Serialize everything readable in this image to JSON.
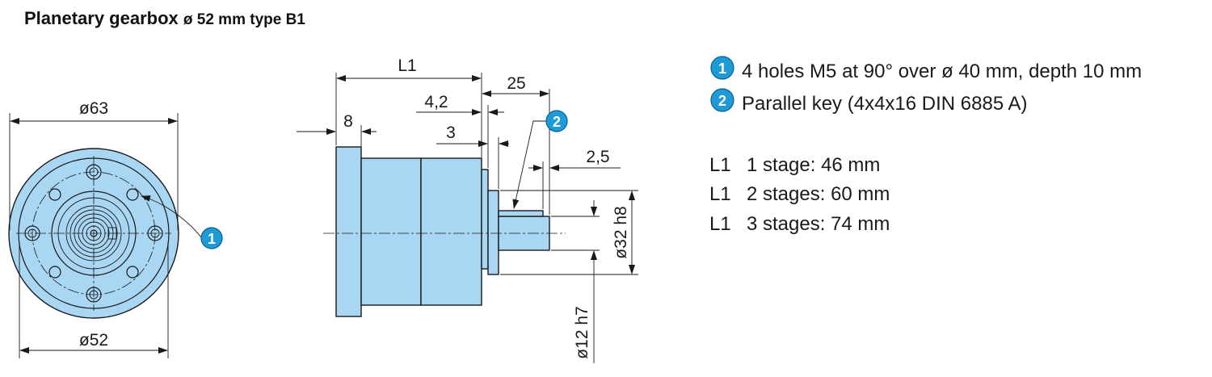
{
  "title": {
    "main": "Planetary gearbox",
    "sub": "ø 52 mm type B1"
  },
  "front_view": {
    "dim_outer": "ø63",
    "dim_inner": "ø52",
    "callout": "1"
  },
  "side_view": {
    "dim_l1": "L1",
    "dim_25": "25",
    "dim_4_2": "4,2",
    "dim_8": "8",
    "dim_3": "3",
    "dim_2_5": "2,5",
    "dim_shaft_flange": "ø32 h8",
    "dim_shaft": "ø12 h7",
    "callout": "2"
  },
  "legend": {
    "notes": [
      {
        "badge": "1",
        "text": "4 holes M5 at 90° over ø 40 mm, depth 10 mm"
      },
      {
        "badge": "2",
        "text": "Parallel key (4x4x16 DIN 6885 A)"
      }
    ],
    "stages": [
      {
        "label": "L1",
        "text": "1 stage: 46 mm"
      },
      {
        "label": "L1",
        "text": "2 stages: 60 mm"
      },
      {
        "label": "L1",
        "text": "3 stages: 74 mm"
      }
    ]
  },
  "colors": {
    "part_fill": "#a9d6f2",
    "badge_fill": "#1e9bd7",
    "line": "#1a1a1a"
  }
}
